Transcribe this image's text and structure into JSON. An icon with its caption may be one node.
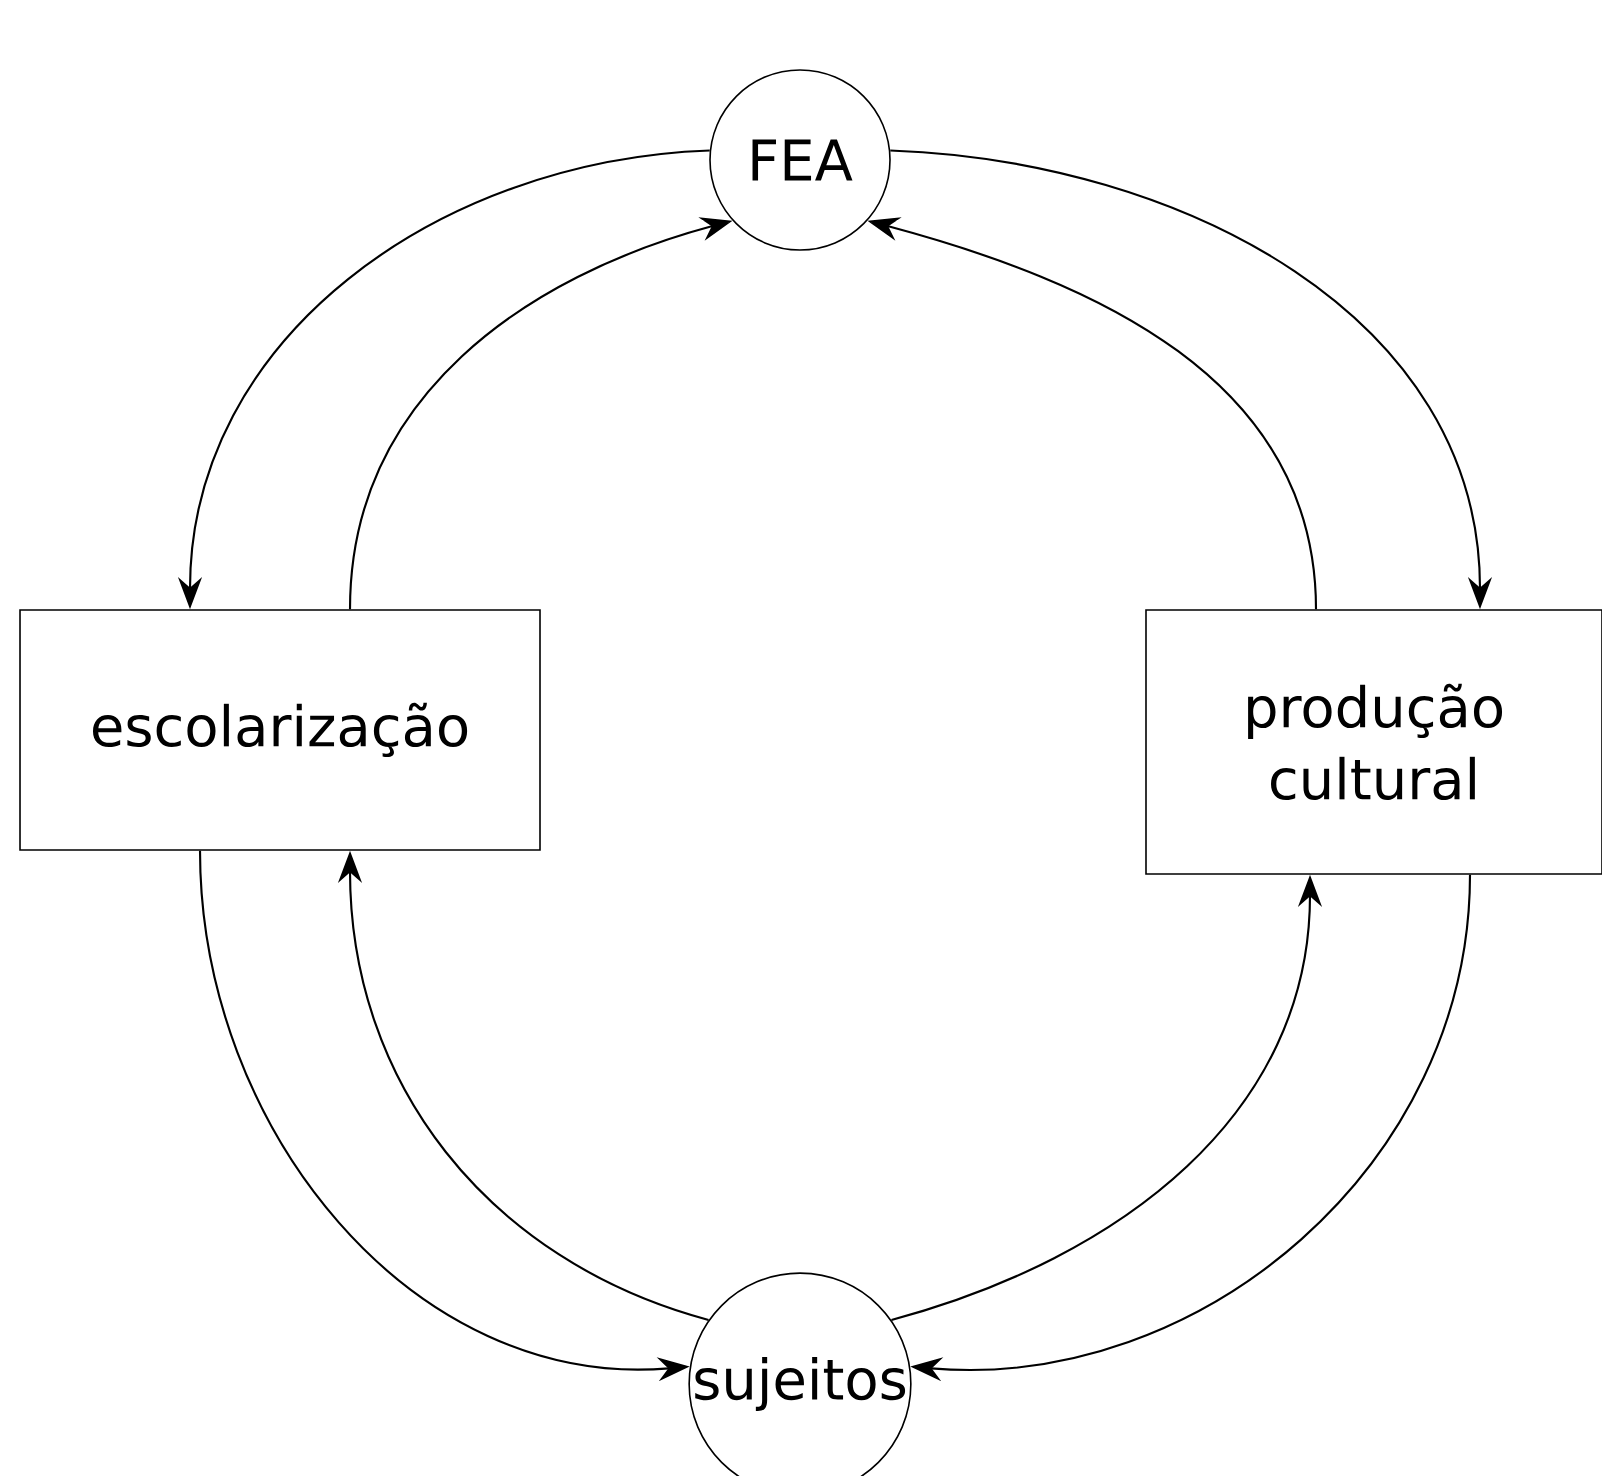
{
  "diagram": {
    "nodes": [
      {
        "text": [
          "FEA"
        ]
      },
      {
        "text": [
          "escolarização"
        ]
      },
      {
        "text": [
          "produção cultural"
        ]
      },
      {
        "text": [
          "sujeitos"
        ]
      }
    ],
    "edges": [
      {
        "from": 0,
        "to": 1,
        "arrow": "to"
      },
      {
        "from": 0,
        "to": 2,
        "arrow": "to"
      },
      {
        "from": 1,
        "to": 3,
        "arrow": "to"
      },
      {
        "from": 2,
        "to": 3,
        "arrow": "to"
      },
      {
        "from": 1,
        "to": 0,
        "arrow": "to"
      },
      {
        "from": 2,
        "to": 0,
        "arrow": "to"
      },
      {
        "from": 3,
        "to": 1,
        "arrow": "to"
      },
      {
        "from": 3,
        "to": 2,
        "arrow": "to"
      }
    ]
  }
}
